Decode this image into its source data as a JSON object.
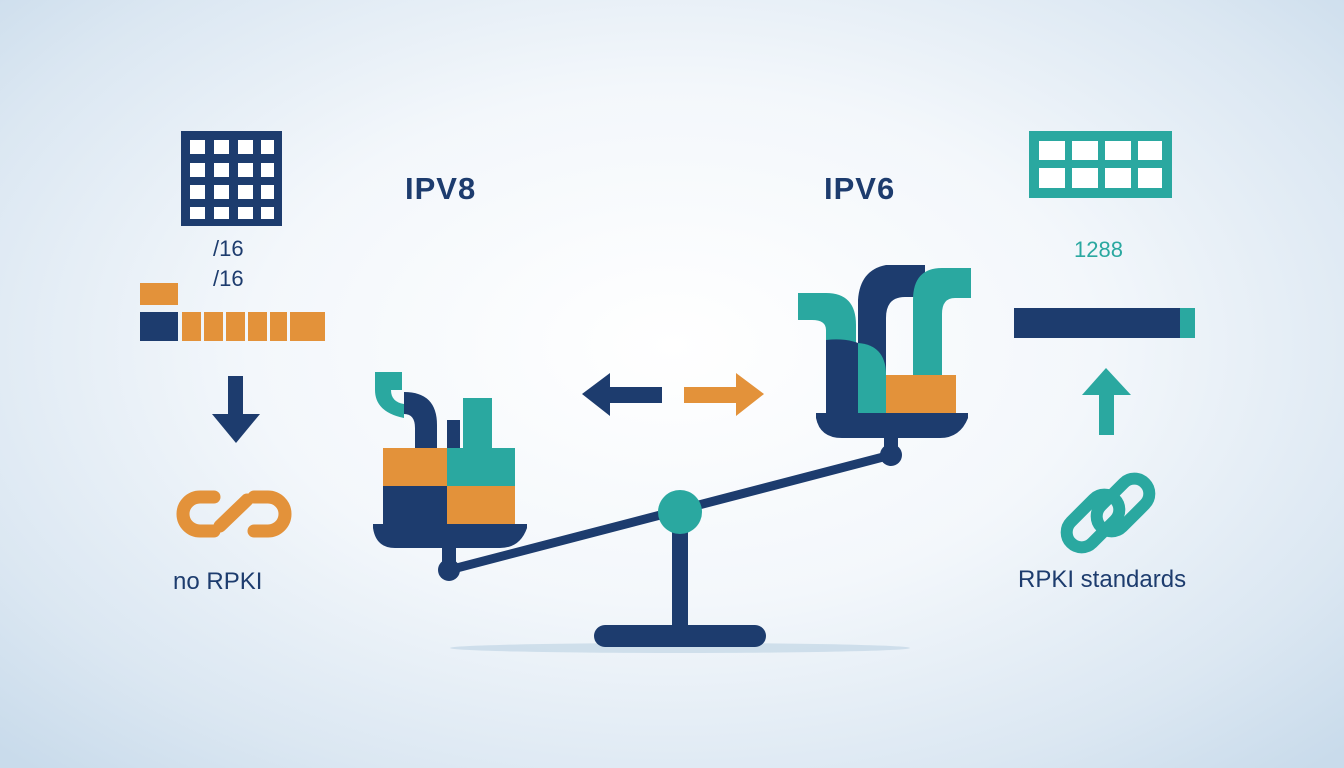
{
  "left": {
    "protocol_label": "IPV8",
    "prefix_line_1": "/16",
    "prefix_line_2": "/16",
    "caption": "no RPKI"
  },
  "right": {
    "protocol_label": "IPV6",
    "prefix_value": "1288",
    "caption": "RPKI standards"
  },
  "colors": {
    "navy": "#1d3c6e",
    "orange": "#e3923a",
    "teal": "#2aa8a0",
    "background": "#eef4f9"
  },
  "icons": {
    "left_grid": "grid-4x4-icon",
    "left_arrow": "arrow-down-icon",
    "left_link": "broken-link-icon",
    "right_grid": "grid-4x2-icon",
    "right_arrow": "arrow-up-icon",
    "right_link": "chain-link-icon",
    "center": "balance-scale-icon",
    "swap": "swap-arrows-icon"
  }
}
